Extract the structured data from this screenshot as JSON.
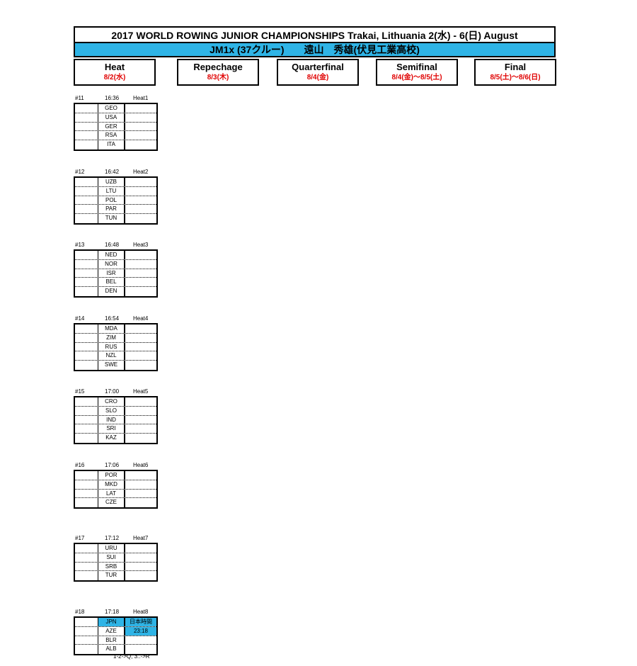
{
  "header": {
    "title": "2017 WORLD ROWING JUNIOR CHAMPIONSHIPS  Trakai, Lithuania 2(水) - 6(日) August",
    "subtitle": "JM1x (37クルー)　　遠山　秀雄(伏見工業高校)"
  },
  "stages": [
    {
      "name": "Heat",
      "date": "8/2(水)"
    },
    {
      "name": "Repechage",
      "date": "8/3(木)"
    },
    {
      "name": "Quarterfinal",
      "date": "8/4(金)"
    },
    {
      "name": "Semifinal",
      "date": "8/4(金)～8/5(土)"
    },
    {
      "name": "Final",
      "date": "8/5(土)～8/6(日)"
    }
  ],
  "races": [
    {
      "num": "#11",
      "time": "16:36",
      "label": "Heat1",
      "crews": [
        "GEO",
        "USA",
        "GER",
        "RSA",
        "ITA"
      ]
    },
    {
      "num": "#12",
      "time": "16:42",
      "label": "Heat2",
      "crews": [
        "UZB",
        "LTU",
        "POL",
        "PAR",
        "TUN"
      ]
    },
    {
      "num": "#13",
      "time": "16:48",
      "label": "Heat3",
      "crews": [
        "NED",
        "NOR",
        "ISR",
        "BEL",
        "DEN"
      ]
    },
    {
      "num": "#14",
      "time": "16:54",
      "label": "Heat4",
      "crews": [
        "MDA",
        "ZIM",
        "RUS",
        "NZL",
        "SWE"
      ]
    },
    {
      "num": "#15",
      "time": "17:00",
      "label": "Heat5",
      "crews": [
        "CRO",
        "SLO",
        "IND",
        "SRI",
        "KAZ"
      ]
    },
    {
      "num": "#16",
      "time": "17:06",
      "label": "Heat6",
      "crews": [
        "POR",
        "MKD",
        "LAT",
        "CZE"
      ]
    },
    {
      "num": "#17",
      "time": "17:12",
      "label": "Heat7",
      "crews": [
        "URU",
        "SUI",
        "SRB",
        "TUR"
      ]
    },
    {
      "num": "#18",
      "time": "17:18",
      "label": "Heat8",
      "crews": [
        "JPN",
        "AZE",
        "BLR",
        "ALB"
      ],
      "note_line1": "日本時間",
      "note_line2": "23:18"
    }
  ],
  "footnote": "1-2->Q, 3..->R",
  "colors": {
    "highlight": "#2fb4e6",
    "date": "#e00000"
  }
}
